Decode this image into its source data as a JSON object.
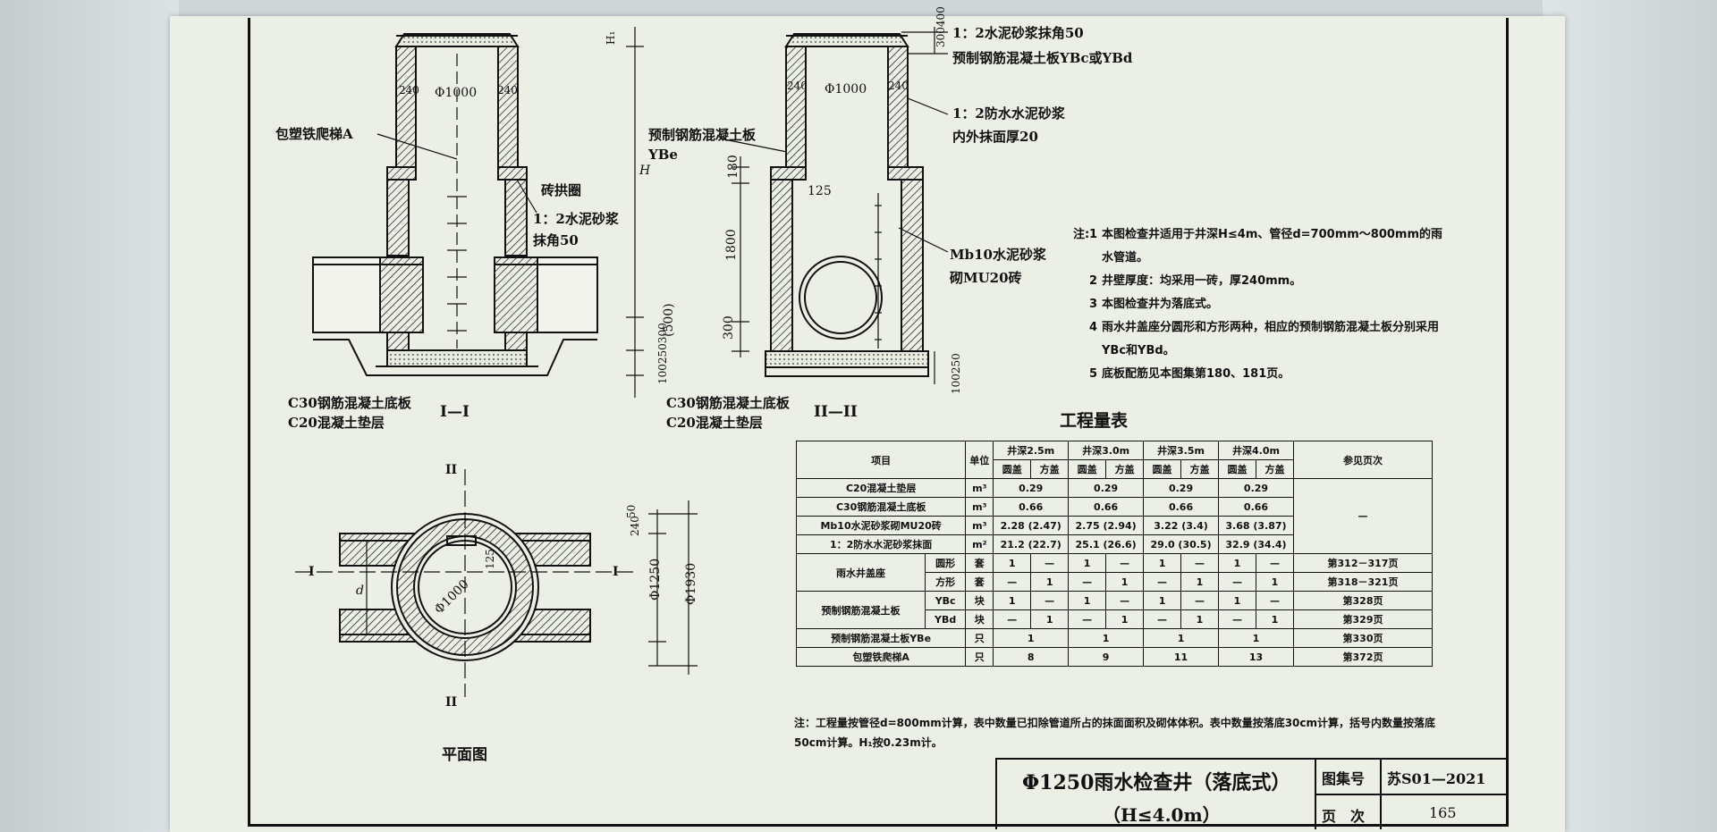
{
  "section_labels": {
    "left": "I—I",
    "right": "II—II",
    "plan": "平面图"
  },
  "drawing_text": {
    "ladder": "包塑铁爬梯A",
    "brick_arch": "砖拱圈",
    "mortar_corner_1": "1：2水泥砂浆",
    "mortar_corner_2": "抹角50",
    "slab_ybe_1": "预制钢筋混凝土板",
    "slab_ybe_2": "YBe",
    "top_mortar": "1：2水泥砂浆抹角50",
    "top_slab": "预制钢筋混凝土板YBc或YBd",
    "waterproof_1": "1：2防水水泥砂浆",
    "waterproof_2": "内外抹面厚20",
    "mb10_1": "Mb10水泥砂浆",
    "mb10_2": "砌MU20砖",
    "base_c30": "C30钢筋混凝土底板",
    "base_c20": "C20混凝土垫层",
    "phi1000": "Φ1000",
    "phi1250": "Φ1250",
    "phi1930": "Φ1930",
    "dim_240": "240",
    "dim_180": "180",
    "dim_1800": "1800",
    "dim_300": "300",
    "dim_125": "125",
    "dim_500": "(500)",
    "dim_H": "H",
    "dim_H1": "H₁",
    "dim_300_400": "300400",
    "dim_100250300": "100250300",
    "dim_100250": "100250",
    "dim_50": "50",
    "dim_d": "d",
    "roman_I": "I",
    "roman_II": "II"
  },
  "notes": {
    "label": "注:",
    "items": [
      "本图检查井适用于井深H≤4m、管径d=700mm～800mm的雨水管道。",
      "井壁厚度：均采用一砖，厚240mm。",
      "本图检查井为落底式。",
      "雨水井盖座分圆形和方形两种，相应的预制钢筋混凝土板分别采用YBc和YBd。",
      "底板配筋见本图集第180、181页。"
    ]
  },
  "table": {
    "title": "工程量表",
    "header": {
      "item": "项目",
      "unit": "单位",
      "ref": "参见页次",
      "round": "圆盖",
      "square": "方盖"
    },
    "depths": [
      "井深2.5m",
      "井深3.0m",
      "井深3.5m",
      "井深4.0m"
    ],
    "rows": [
      {
        "item": "C20混凝土垫层",
        "unit": "m³",
        "vals": [
          "0.29",
          "0.29",
          "0.29",
          "0.29"
        ],
        "ref": "—"
      },
      {
        "item": "C30钢筋混凝土底板",
        "unit": "m³",
        "vals": [
          "0.66",
          "0.66",
          "0.66",
          "0.66"
        ]
      },
      {
        "item": "Mb10水泥砂浆砌MU20砖",
        "unit": "m³",
        "vals": [
          "2.28 (2.47)",
          "2.75 (2.94)",
          "3.22 (3.4)",
          "3.68 (3.87)"
        ]
      },
      {
        "item": "1：2防水水泥砂浆抹面",
        "unit": "m²",
        "vals": [
          "21.2 (22.7)",
          "25.1 (26.6)",
          "29.0 (30.5)",
          "32.9 (34.4)"
        ]
      }
    ],
    "cover": {
      "group": "雨水井盖座",
      "round": "圆形",
      "square": "方形",
      "unit": "套",
      "ref_round": "第312－317页",
      "ref_square": "第318－321页"
    },
    "slab": {
      "group": "预制钢筋混凝土板",
      "ybc": "YBc",
      "ybd": "YBd",
      "unit": "块",
      "ref_ybc": "第328页",
      "ref_ybd": "第329页"
    },
    "ybe": {
      "item": "预制钢筋混凝土板YBe",
      "unit": "只",
      "vals": [
        "1",
        "1",
        "1",
        "1"
      ],
      "ref": "第330页"
    },
    "ladder": {
      "item": "包塑铁爬梯A",
      "unit": "只",
      "vals": [
        "8",
        "9",
        "11",
        "13"
      ],
      "ref": "第372页"
    },
    "one": "1",
    "dash": "—",
    "footnote": "注：工程量按管径d=800mm计算，表中数量已扣除管道所占的抹面面积及砌体体积。表中数量按落底30cm计算，括号内数量按落底50cm计算。H₁按0.23m计。"
  },
  "title_block": {
    "title": "Φ1250雨水检查井（落底式）",
    "subtitle": "（H≤4.0m）",
    "atlas_label": "图集号",
    "atlas_no": "苏S01—2021",
    "page_label": "页　次",
    "page_no": "165"
  }
}
